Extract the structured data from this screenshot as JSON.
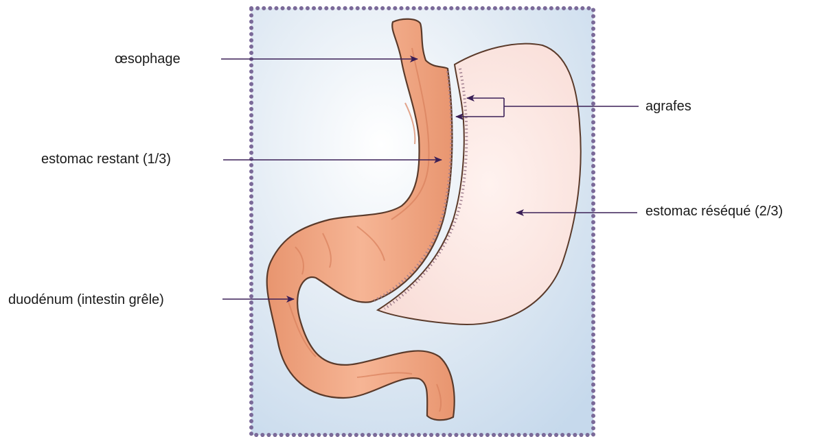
{
  "labels": {
    "oesophage": "œsophage",
    "estomac_restant": "estomac restant (1/3)",
    "duodenum": "duodénum (intestin grêle)",
    "agrafes": "agrafes",
    "estomac_reseque": "estomac réséqué (2/3)"
  },
  "colors": {
    "frame_dots": "#7b6a99",
    "arrow": "#3a1f56",
    "organ_fill": "#f2a884",
    "organ_edge": "#5a3a2a",
    "resected_fill": "#fbe3df",
    "staples": "#a07f8f"
  }
}
